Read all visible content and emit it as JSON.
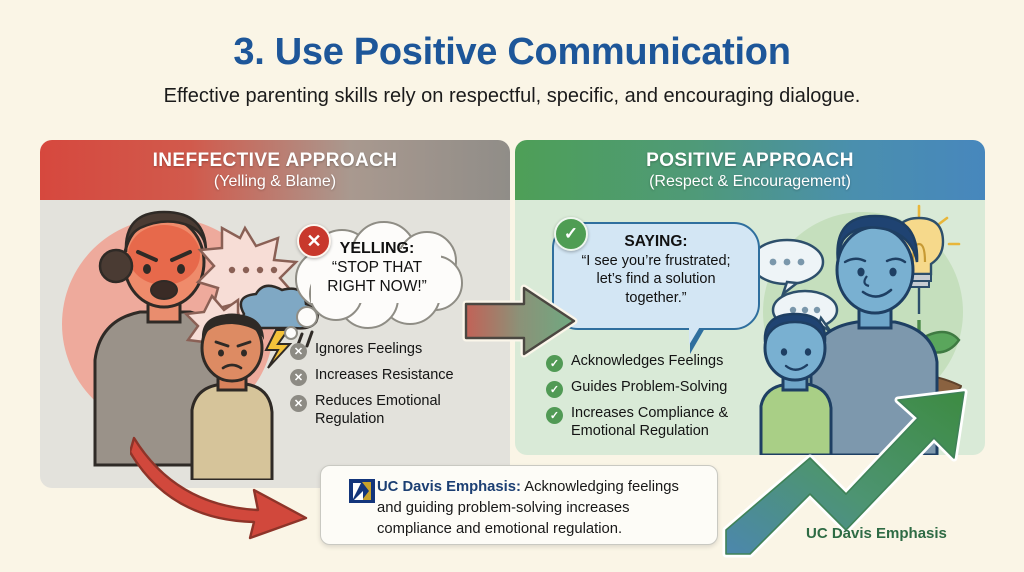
{
  "header": {
    "title": "3. Use Positive Communication",
    "subtitle": "Effective parenting skills rely on respectful, specific, and encouraging dialogue."
  },
  "panels": {
    "left": {
      "heading": "INEFFECTIVE APPROACH",
      "subheading": "(Yelling & Blame)",
      "bubble": {
        "label": "YELLING:",
        "line1": "“STOP THAT",
        "line2": "RIGHT NOW!”",
        "badge": "✕",
        "badge_color": "#c8382c"
      },
      "bullets": [
        {
          "icon": "x-circle-icon",
          "label": "Ignores Feelings"
        },
        {
          "icon": "x-circle-icon",
          "label": "Increases Resistance"
        },
        {
          "icon": "x-circle-icon",
          "label": "Reduces Emotional Regulation"
        }
      ],
      "header_color_start": "#d6483e",
      "header_color_end": "#908d88",
      "body_color": "#e3e2dc"
    },
    "right": {
      "heading": "POSITIVE APPROACH",
      "subheading": "(Respect & Encouragement)",
      "bubble": {
        "label": "SAYING:",
        "line1": "“I see you’re frustrated;",
        "line2": "let’s find a solution",
        "line3": "together.”",
        "badge": "✓",
        "badge_color": "#4f9d53"
      },
      "bullets": [
        {
          "icon": "check-circle-icon",
          "label": "Acknowledges Feelings"
        },
        {
          "icon": "check-circle-icon",
          "label": "Guides Problem-Solving"
        },
        {
          "icon": "check-circle-icon",
          "label": "Increases Compliance & Emotional Regulation"
        }
      ],
      "header_color_start": "#4e9f57",
      "header_color_end": "#4787bd",
      "body_color": "#d9ead7"
    }
  },
  "callout": {
    "logo": "uc-davis-logo-icon",
    "lead": "UC Davis Emphasis:",
    "body": " Acknowledging feelings and guiding problem-solving increases compliance and emotional regulation."
  },
  "emphasis_tag": "UC Davis Emphasis",
  "arrows": {
    "transition": "right-arrow-icon",
    "decline": "red-curved-arrow-icon",
    "growth": "green-growth-arrow-icon"
  },
  "colors": {
    "background": "#faf5e6",
    "title": "#1d5699",
    "emphasis_green": "#2e6b44",
    "uc_davis_navy": "#13357b",
    "uc_davis_gold": "#c8a22a"
  }
}
